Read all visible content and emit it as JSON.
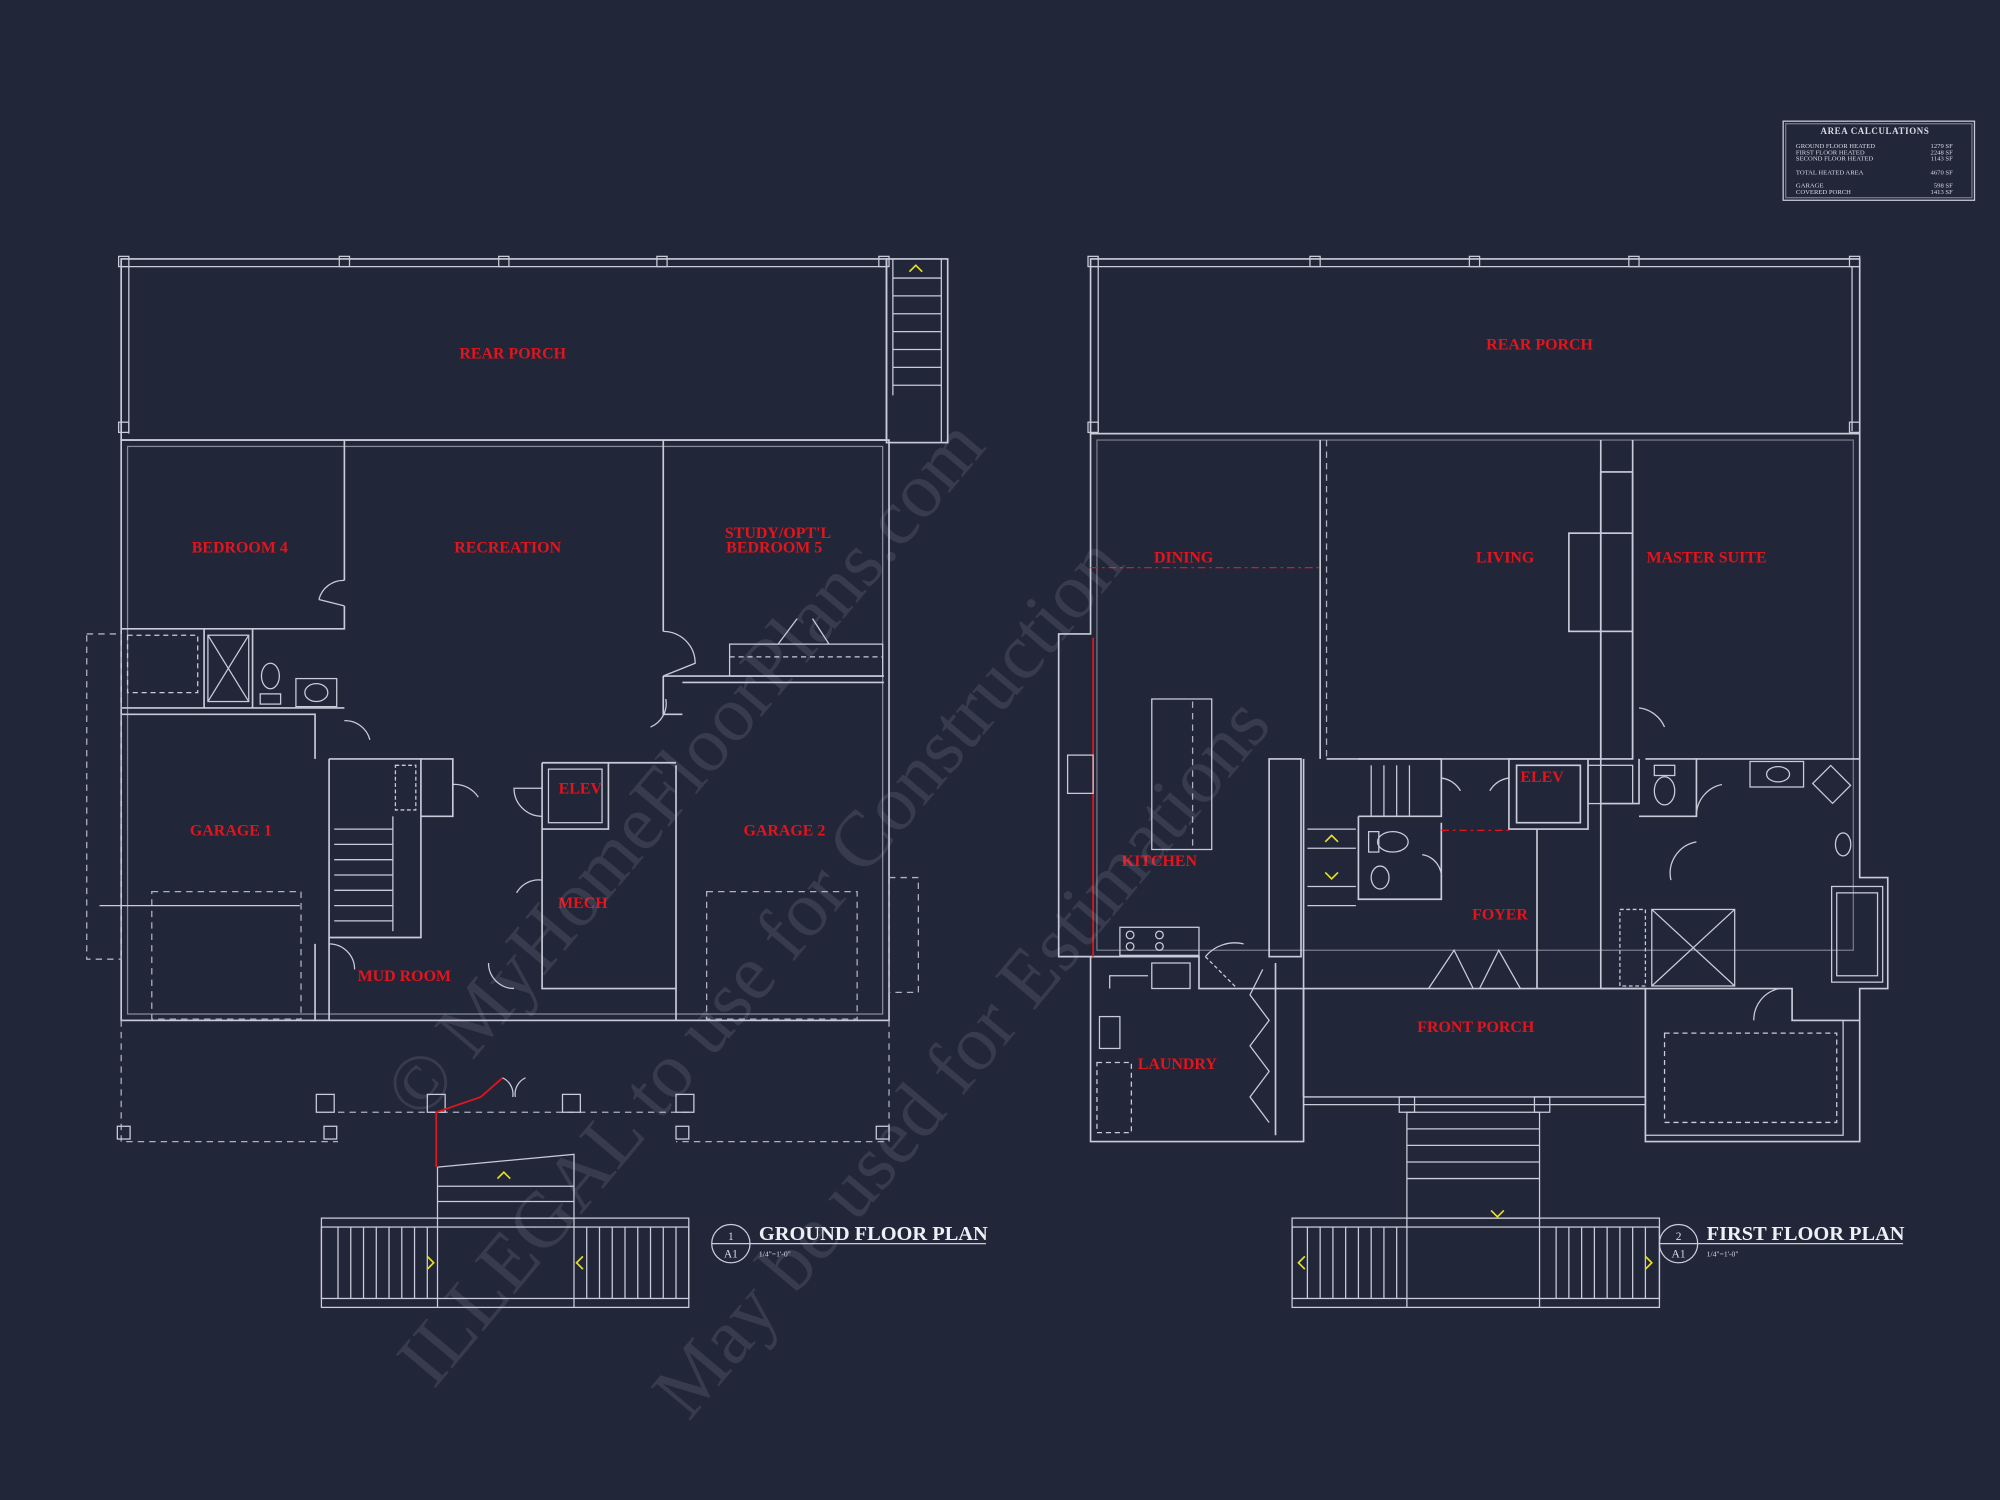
{
  "area_calculations": {
    "title": "AREA CALCULATIONS",
    "rows": [
      {
        "label": "GROUND FLOOR HEATED",
        "value": "1279 SF"
      },
      {
        "label": "FIRST FLOOR HEATED",
        "value": "2248 SF"
      },
      {
        "label": "SECOND FLOOR HEATED",
        "value": "1143 SF"
      },
      {
        "label": "TOTAL HEATED AREA",
        "value": "4670 SF"
      },
      {
        "label": "GARAGE",
        "value": "598 SF"
      },
      {
        "label": "COVERED PORCH",
        "value": "1413 SF"
      }
    ]
  },
  "ground_floor": {
    "title": "GROUND FLOOR PLAN",
    "number": "1",
    "sheet": "A1",
    "scale": "1/4\"=1'-0\"",
    "rooms": {
      "rear_porch": "REAR PORCH",
      "bedroom4": "BEDROOM 4",
      "recreation": "RECREATION",
      "study_l1": "STUDY/OPT'L",
      "study_l2": "BEDROOM 5",
      "garage1": "GARAGE 1",
      "elev": "ELEV",
      "garage2": "GARAGE 2",
      "mech": "MECH",
      "mud_room": "MUD ROOM"
    }
  },
  "first_floor": {
    "title": "FIRST FLOOR PLAN",
    "number": "2",
    "sheet": "A1",
    "scale": "1/4\"=1'-0\"",
    "rooms": {
      "rear_porch": "REAR PORCH",
      "dining": "DINING",
      "living": "LIVING",
      "master_suite": "MASTER SUITE",
      "elev": "ELEV",
      "kitchen": "KITCHEN",
      "foyer": "FOYER",
      "front_porch": "FRONT PORCH",
      "laundry": "LAUNDRY"
    }
  },
  "watermark": {
    "line1": "© MyHomeFloorPlans.com",
    "line2": "ILLEGAL to use for Construction",
    "line3": "May be used for Estimations"
  },
  "colors": {
    "background": "#222639",
    "lines": "#c9cbd8",
    "labels": "#e3141c",
    "arrows": "#e8e020"
  }
}
